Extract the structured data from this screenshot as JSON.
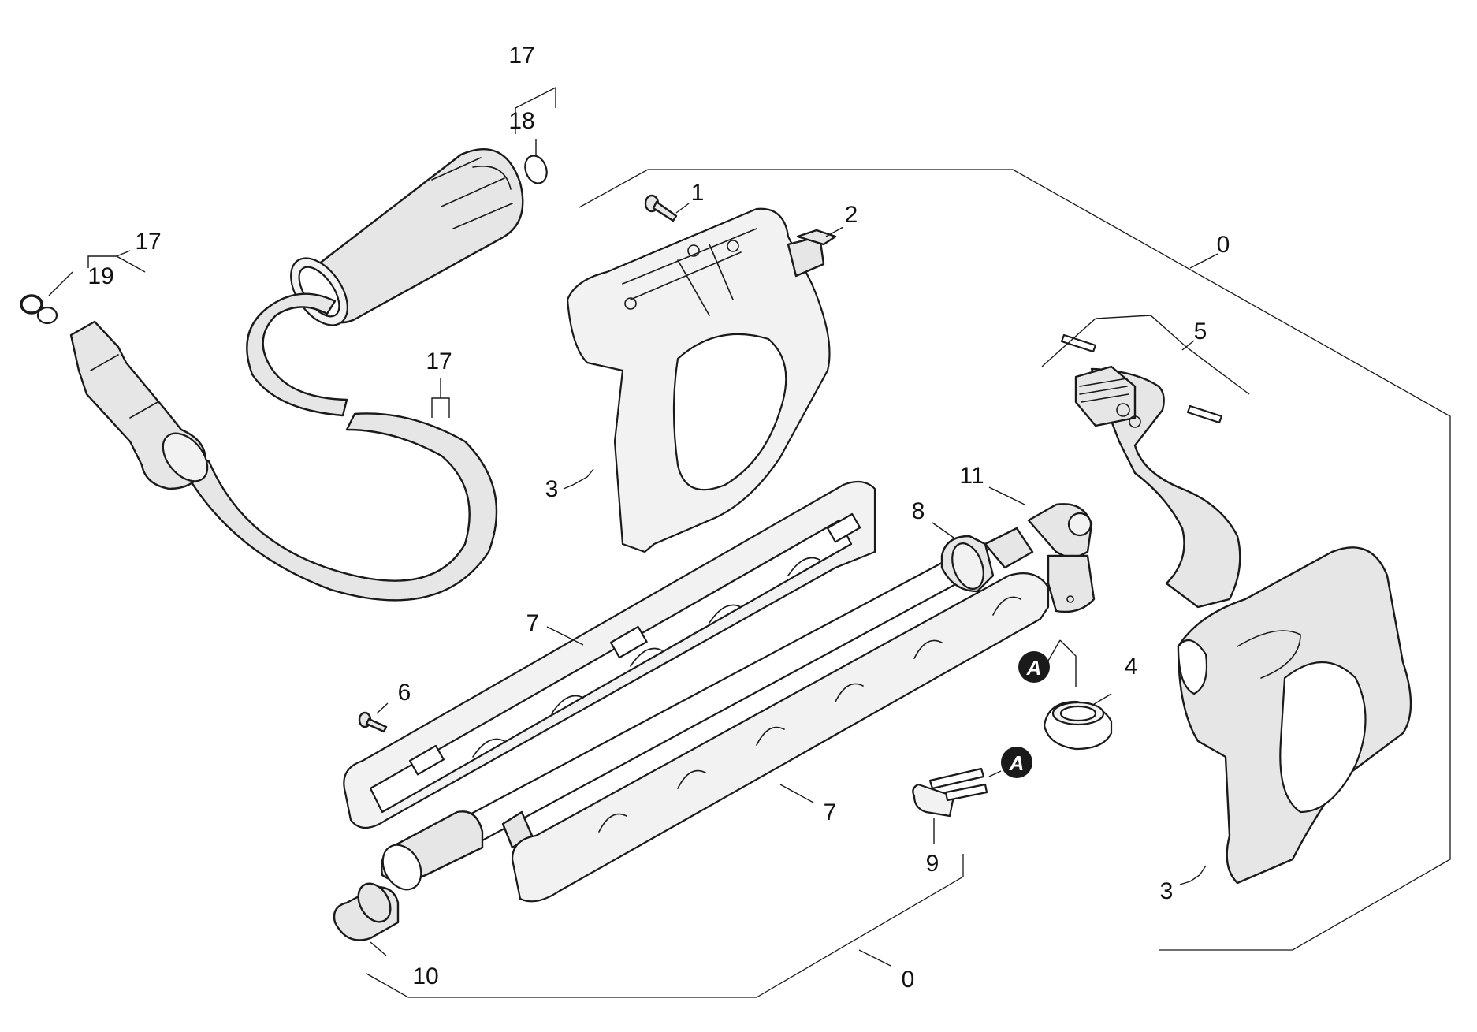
{
  "diagram": {
    "callouts": {
      "c17_top": "17",
      "c18": "18",
      "c17_left": "17",
      "c19": "19",
      "c17_mid": "17",
      "c1": "1",
      "c2": "2",
      "c0_right": "0",
      "c5": "5",
      "c3_upper": "3",
      "c11": "11",
      "c8": "8",
      "c7_upper": "7",
      "c6": "6",
      "c4": "4",
      "c7_lower": "7",
      "c9": "9",
      "c3_lower": "3",
      "c10": "10",
      "c0_bottom": "0"
    },
    "markers": {
      "a_upper": "A",
      "a_lower": "A"
    }
  }
}
